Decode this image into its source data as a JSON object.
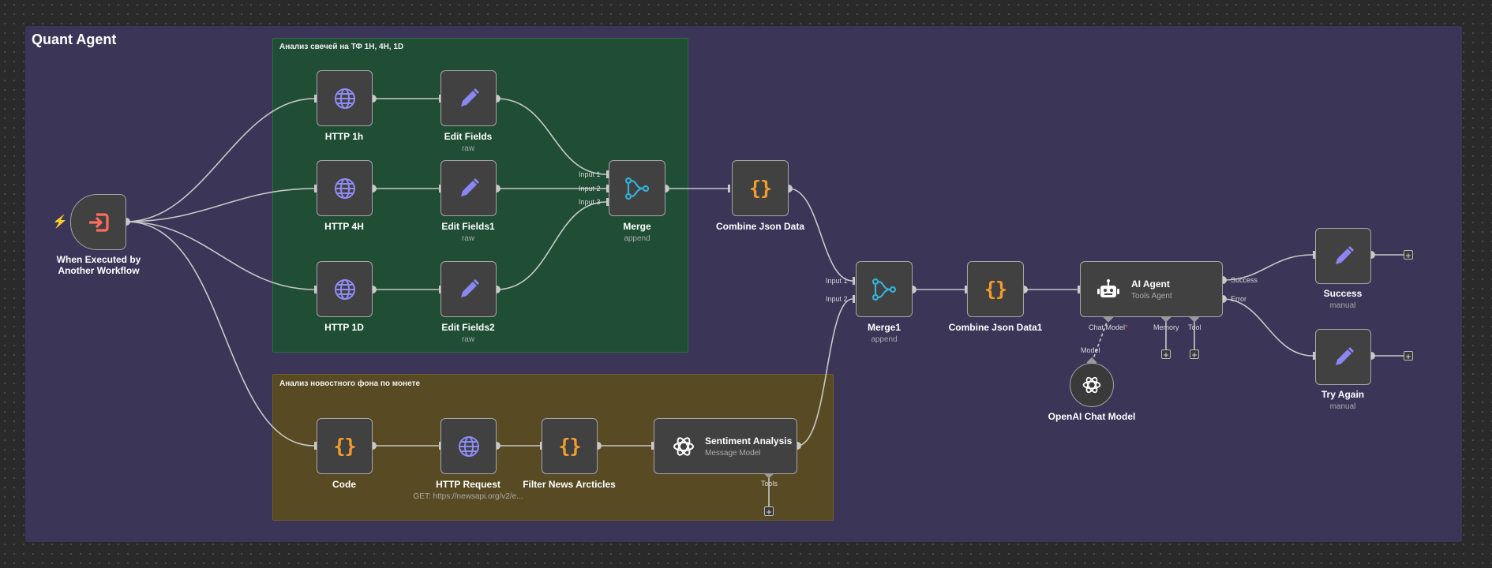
{
  "workflow": {
    "title": "Quant Agent"
  },
  "groups": {
    "candles": {
      "title": "Анализ свечей на ТФ 1H, 4H, 1D"
    },
    "news": {
      "title": "Анализ новостного фона по монете"
    }
  },
  "nodes": {
    "trigger": {
      "title": "When Executed by\nAnother Workflow",
      "icon": "sign-in-icon"
    },
    "http_1h": {
      "title": "HTTP 1h",
      "icon": "globe-icon"
    },
    "http_4h": {
      "title": "HTTP 4H",
      "icon": "globe-icon"
    },
    "http_1d": {
      "title": "HTTP 1D",
      "icon": "globe-icon"
    },
    "edit_fields": {
      "title": "Edit Fields",
      "subtitle": "raw",
      "icon": "pencil-icon"
    },
    "edit_fields1": {
      "title": "Edit Fields1",
      "subtitle": "raw",
      "icon": "pencil-icon"
    },
    "edit_fields2": {
      "title": "Edit Fields2",
      "subtitle": "raw",
      "icon": "pencil-icon"
    },
    "merge": {
      "title": "Merge",
      "subtitle": "append",
      "inputs": [
        "Input 1",
        "Input 2",
        "Input 3"
      ],
      "icon": "merge-icon"
    },
    "combine_json": {
      "title": "Combine Json Data",
      "icon": "code-braces-icon",
      "glyph": "{}"
    },
    "code": {
      "title": "Code",
      "icon": "code-braces-icon",
      "glyph": "{}"
    },
    "http_request": {
      "title": "HTTP Request",
      "subtitle": "GET: https://newsapi.org/v2/e...",
      "icon": "globe-icon"
    },
    "filter_news": {
      "title": "Filter News Arcticles",
      "icon": "code-braces-icon",
      "glyph": "{}"
    },
    "sentiment": {
      "title": "Sentiment Analysis",
      "subtitle": "Message Model",
      "tools_label": "Tools",
      "icon": "openai-icon"
    },
    "merge1": {
      "title": "Merge1",
      "subtitle": "append",
      "inputs": [
        "Input 1",
        "Input 2"
      ],
      "icon": "merge-icon"
    },
    "combine_json1": {
      "title": "Combine Json Data1",
      "icon": "code-braces-icon",
      "glyph": "{}"
    },
    "ai_agent": {
      "title": "AI Agent",
      "subtitle": "Tools Agent",
      "outputs": [
        "Success",
        "Error"
      ],
      "chat_model_label": "Chat Model",
      "required_mark": "*",
      "memory_label": "Memory",
      "tool_label": "Tool",
      "icon": "robot-icon"
    },
    "openai_chat": {
      "title": "OpenAI Chat Model",
      "model_label": "Model",
      "icon": "openai-icon"
    },
    "success": {
      "title": "Success",
      "subtitle": "manual",
      "icon": "pencil-icon"
    },
    "try_again": {
      "title": "Try Again",
      "subtitle": "manual",
      "icon": "pencil-icon"
    }
  },
  "plus_glyph": "+",
  "trigger_glyph": "⚡",
  "colors": {
    "canvas": "#2a2a2a",
    "frame": "#3b3558",
    "group_candles": "#1f4e34",
    "group_news": "#584b23",
    "node_bg": "#414141",
    "node_border": "#a5a5a5",
    "edge": "#c8c8c8",
    "globe": "#8f8cf5",
    "pencil": "#8a86f2",
    "braces": "#f39c2c",
    "merge": "#35b1d6",
    "trigger": "#ff6d5a"
  }
}
